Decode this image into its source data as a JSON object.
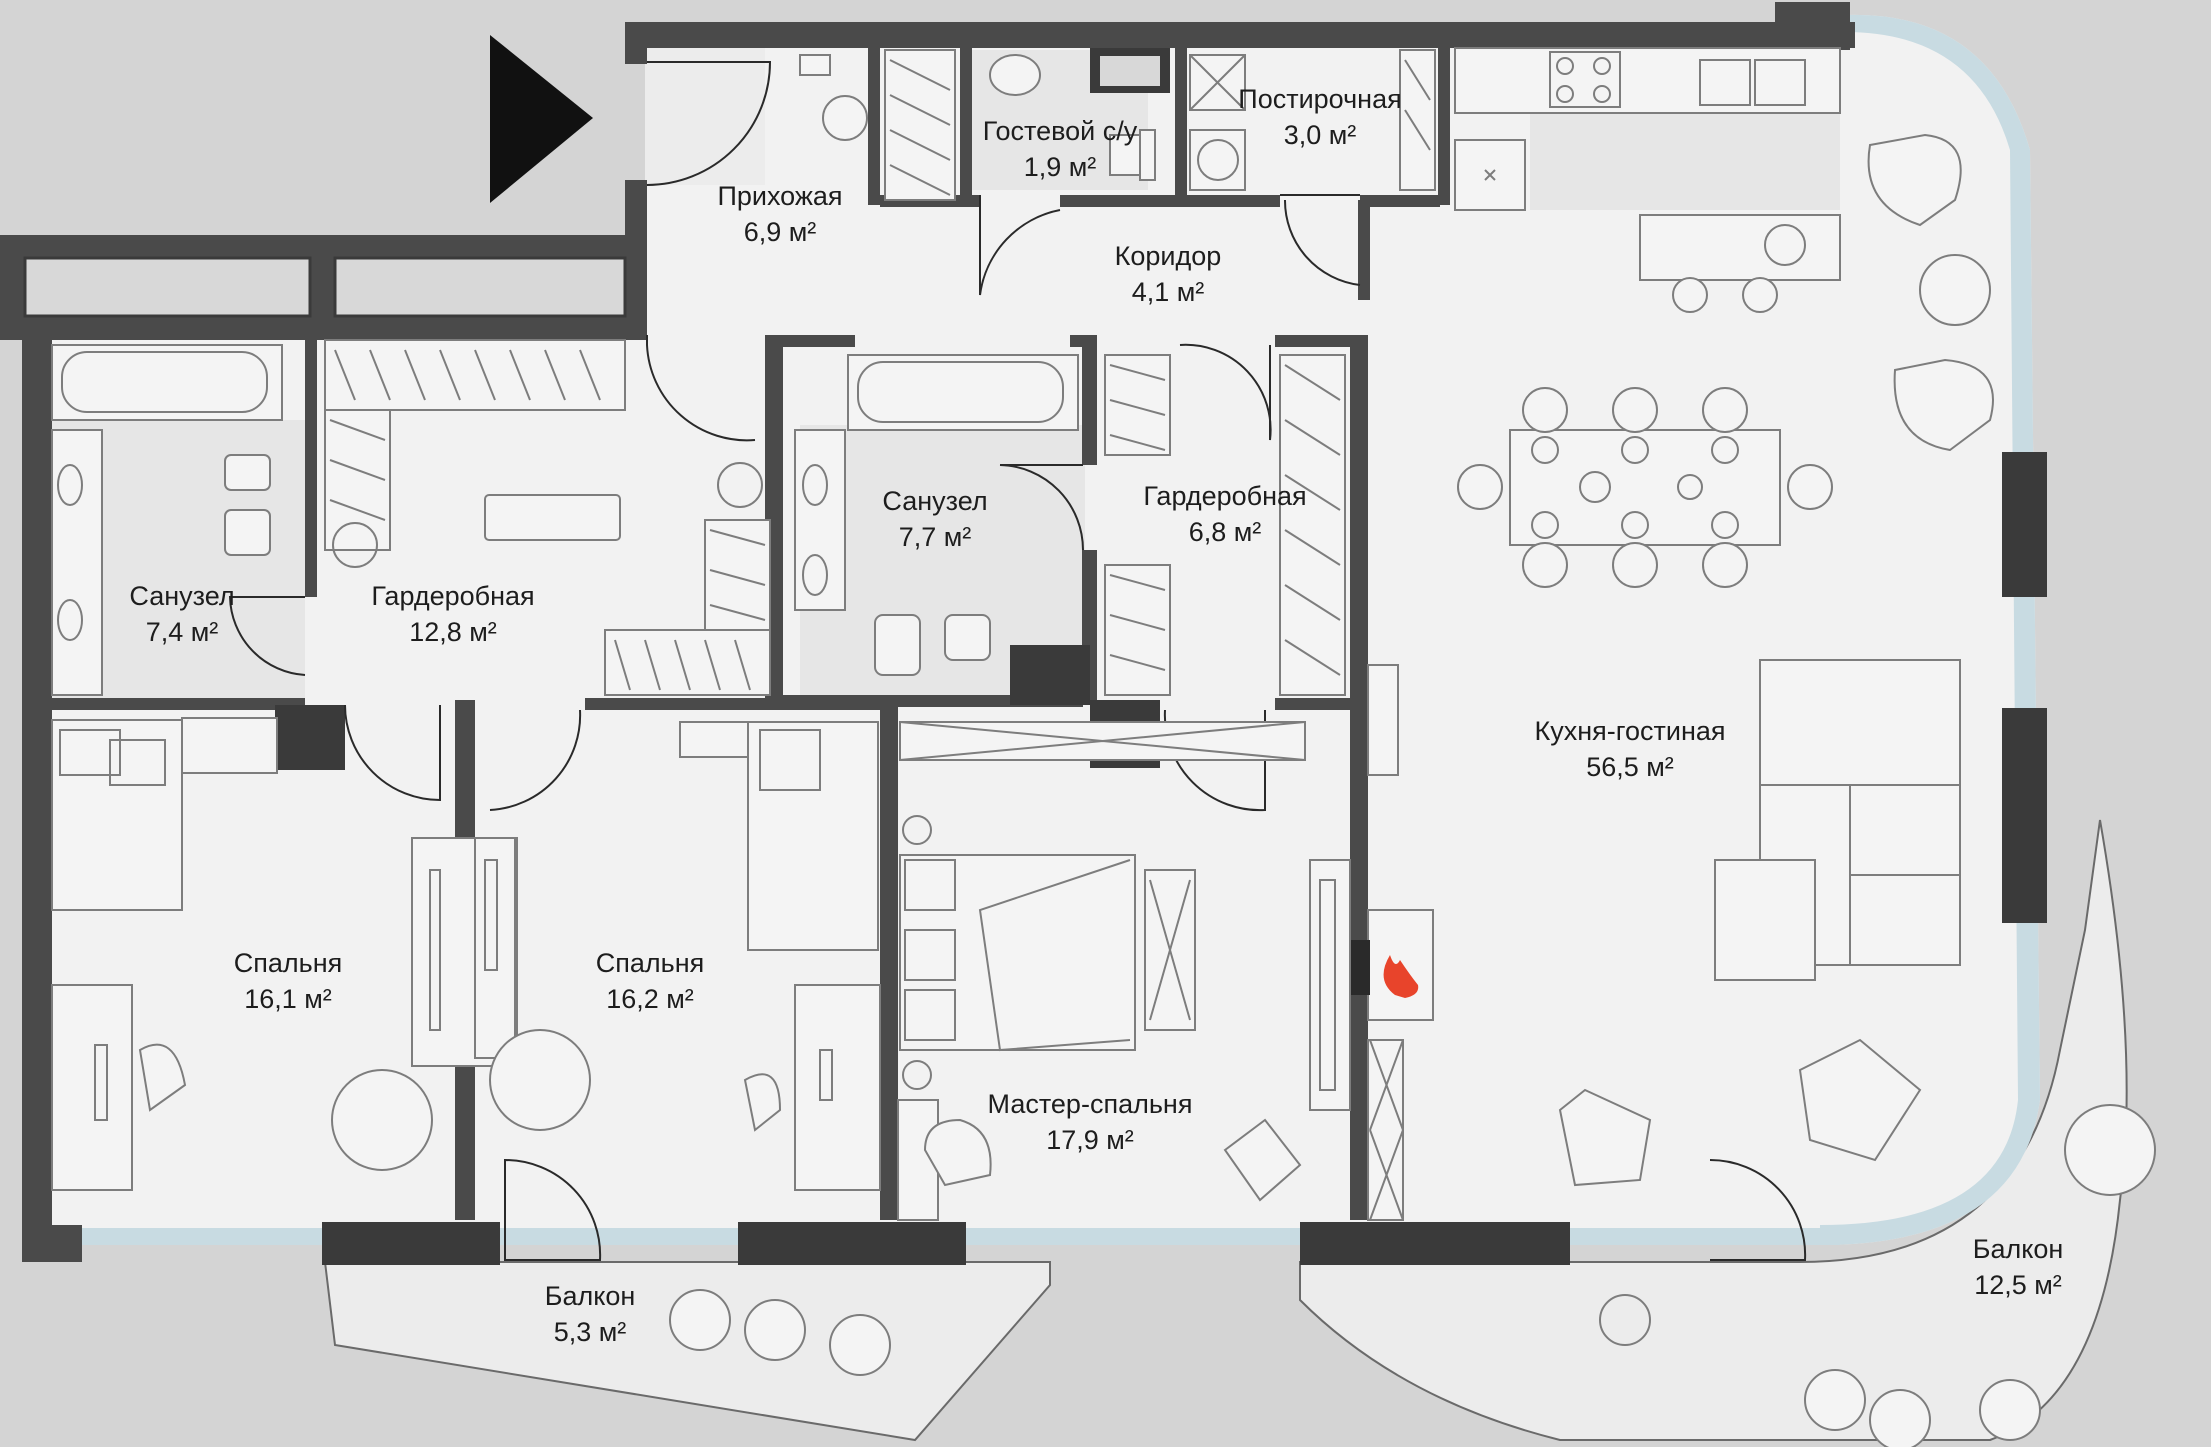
{
  "colors": {
    "background": "#d4d4d4",
    "floor": "#f2f2f2",
    "tile": "#e6e6e6",
    "glazing": "#c8dbe2",
    "wall": "#4a4a4a",
    "fireplace": "#e8442b"
  },
  "rooms": [
    {
      "id": "hall",
      "name": "Прихожая",
      "area": "6,9 м²"
    },
    {
      "id": "guest-wc",
      "name": "Гостевой с/у",
      "area": "1,9 м²"
    },
    {
      "id": "laundry",
      "name": "Постирочная",
      "area": "3,0 м²"
    },
    {
      "id": "corridor",
      "name": "Коридор",
      "area": "4,1 м²"
    },
    {
      "id": "bath-1",
      "name": "Санузел",
      "area": "7,4 м²"
    },
    {
      "id": "wardrobe-1",
      "name": "Гардеробная",
      "area": "12,8 м²"
    },
    {
      "id": "bath-2",
      "name": "Санузел",
      "area": "7,7 м²"
    },
    {
      "id": "wardrobe-2",
      "name": "Гардеробная",
      "area": "6,8 м²"
    },
    {
      "id": "kitchen-living",
      "name": "Кухня-гостиная",
      "area": "56,5 м²"
    },
    {
      "id": "bedroom-1",
      "name": "Спальня",
      "area": "16,1 м²"
    },
    {
      "id": "bedroom-2",
      "name": "Спальня",
      "area": "16,2 м²"
    },
    {
      "id": "master-bedroom",
      "name": "Мастер-спальня",
      "area": "17,9 м²"
    },
    {
      "id": "balcony-1",
      "name": "Балкон",
      "area": "5,3 м²"
    },
    {
      "id": "balcony-2",
      "name": "Балкон",
      "area": "12,5 м²"
    }
  ],
  "icons": {
    "entrance": "entrance-arrow-icon",
    "fireplace": "fire-icon"
  }
}
